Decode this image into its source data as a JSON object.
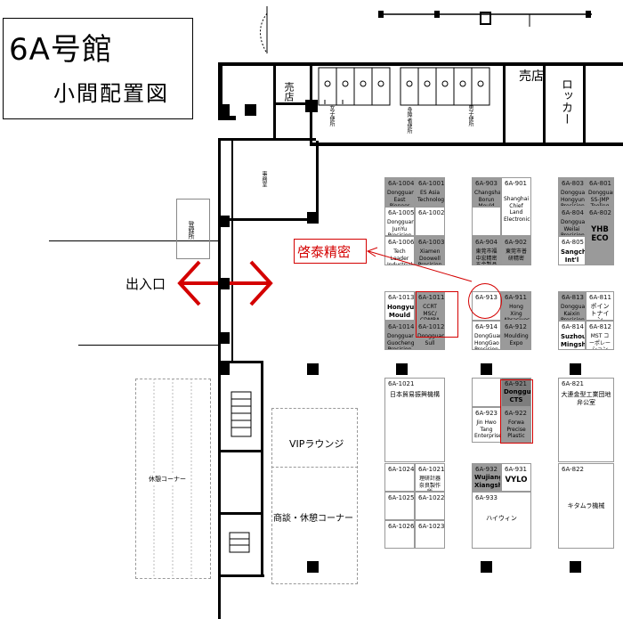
{
  "title": {
    "hall": "6A号館",
    "subtitle": "小間配置図"
  },
  "colors": {
    "annotation_red": "#d40000",
    "booth_gray": "#9a9a9a",
    "booth_dark": "#7d7d7d"
  },
  "facilities": {
    "shop_left": "売店",
    "shop_right": "売店",
    "locker": "ロッカー",
    "womens_toilet": "女子便所",
    "mens_toilet": "男子便所",
    "accessible_toilet": "身障者便所",
    "room": "事務室",
    "registration": "登録所",
    "entrance": "出入口",
    "vip_lounge": "VIPラウンジ",
    "meeting_lounge": "商談・休憩コーナー",
    "rest_corner": "休憩コーナー"
  },
  "annotation": {
    "label": "啓泰精密"
  },
  "booths": {
    "b1004": {
      "id": "6A-1004",
      "name": "Dongguan East Pioneer Mould"
    },
    "b1001": {
      "id": "6A-1001",
      "name": "ES Asia Technologies"
    },
    "b1005": {
      "id": "6A-1005",
      "name": "Dongguan JunYu Precision"
    },
    "b1002": {
      "id": "6A-1002",
      "name": ""
    },
    "b1006": {
      "id": "6A-1006",
      "name": "Tech Leader Industrial"
    },
    "b1003": {
      "id": "6A-1003",
      "name": "Xiamen Doowell Precision"
    },
    "b903": {
      "id": "6A-903",
      "name": "Changsha Borun Mould"
    },
    "b901": {
      "id": "6A-901",
      "name": "Shanghai Chief Land Electronic"
    },
    "b904": {
      "id": "6A-904",
      "name": "東莞市福中宏精密五金製品"
    },
    "b902": {
      "id": "6A-902",
      "name": "東莞市普研精密"
    },
    "b803": {
      "id": "6A-803",
      "name": "Dongguan Hongyun Precision"
    },
    "b801": {
      "id": "6A-801",
      "name": "Dongguan SS-JMP Tooling"
    },
    "b804": {
      "id": "6A-804",
      "name": "Dongguan Weilai Precision"
    },
    "b802": {
      "id": "6A-802",
      "name": "YHB ECO"
    },
    "b805": {
      "id": "6A-805",
      "name": "Sangchon Int'l"
    },
    "b1013": {
      "id": "6A-1013",
      "name": "Hongyu Mould"
    },
    "b1011": {
      "id": "6A-1011",
      "name": "CCRT MSC/ CDMRA"
    },
    "b1014": {
      "id": "6A-1014",
      "name": "Dongguan Guocheng Precision"
    },
    "b1012": {
      "id": "6A-1012",
      "name": "Dongguan Sull"
    },
    "b913": {
      "id": "6A-913",
      "name": ""
    },
    "b911": {
      "id": "6A-911",
      "name": "Hong Xing Abrasives"
    },
    "b914": {
      "id": "6A-914",
      "name": "DongGuan HongGao Precision"
    },
    "b912": {
      "id": "6A-912",
      "name": "Moulding Expo"
    },
    "b813": {
      "id": "6A-813",
      "name": "Dongguan Kaixin Precision"
    },
    "b811": {
      "id": "6A-811",
      "name": "ポイントナイン"
    },
    "b814": {
      "id": "6A-814",
      "name": "Suzhou Mingshuo"
    },
    "b812": {
      "id": "6A-812",
      "name": "MST コーポレーション"
    },
    "b1021": {
      "id": "6A-1021",
      "name": "日本貿易振興機構"
    },
    "b921": {
      "id": "6A-921",
      "name": "Dongguan CTS"
    },
    "b923": {
      "id": "6A-923",
      "name": "Jin Hwo Tang Enterprises"
    },
    "b922": {
      "id": "6A-922",
      "name": "Forwa Precise Plastic"
    },
    "b821": {
      "id": "6A-821",
      "name": "大連金型工業団地弁公室"
    },
    "b1024": {
      "id": "6A-1024",
      "name": ""
    },
    "b1021b": {
      "id": "6A-1021",
      "name": "理研計器 奈良製作所"
    },
    "b1025": {
      "id": "6A-1025",
      "name": ""
    },
    "b1022": {
      "id": "6A-1022",
      "name": ""
    },
    "b1026": {
      "id": "6A-1026",
      "name": ""
    },
    "b1023": {
      "id": "6A-1023",
      "name": ""
    },
    "b932": {
      "id": "6A-932",
      "name": "Wujiang Xiangshi"
    },
    "b931": {
      "id": "6A-931",
      "name": "VYLO"
    },
    "b933": {
      "id": "6A-933",
      "name": "ハイウィン"
    },
    "b822": {
      "id": "6A-822",
      "name": "キタムラ機械"
    }
  }
}
